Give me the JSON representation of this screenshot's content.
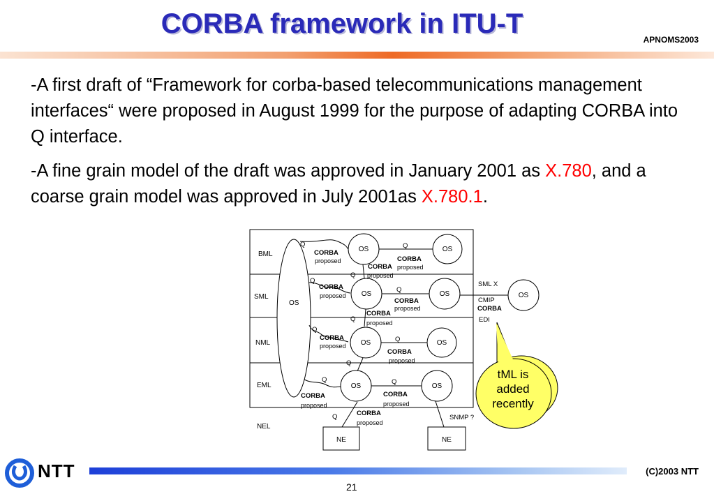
{
  "slide": {
    "title": "CORBA framework in ITU-T",
    "conference": "APNOMS2003",
    "paragraph1": "-A first draft of “Framework for corba-based telecommunications management interfaces“ were proposed in August 1999 for the purpose of adapting CORBA into Q interface.",
    "p2_before": "-A fine grain model of the draft was approved in January 2001 as ",
    "p2_link1": "X.780",
    "p2_middle": ", and a coarse grain model was approved in July 2001as ",
    "p2_link2": "X.780.1",
    "p2_end": ".",
    "accent_red": "#ff0000"
  },
  "diagram": {
    "layers": {
      "bml": "BML",
      "sml": "SML",
      "nml": "NML",
      "eml": "EML",
      "nel": "NEL"
    },
    "os": "OS",
    "ne": "NE",
    "q": "Q",
    "corba": "CORBA",
    "proposed": "proposed",
    "sml_x": "SML  X",
    "cmip": "CMIP",
    "edi": "EDI",
    "snmp": "SNMP ?",
    "callout": "tML is added recently"
  },
  "footer": {
    "logo_text": "NTT",
    "copyright": "(C)2003 NTT",
    "page_number": "21"
  }
}
